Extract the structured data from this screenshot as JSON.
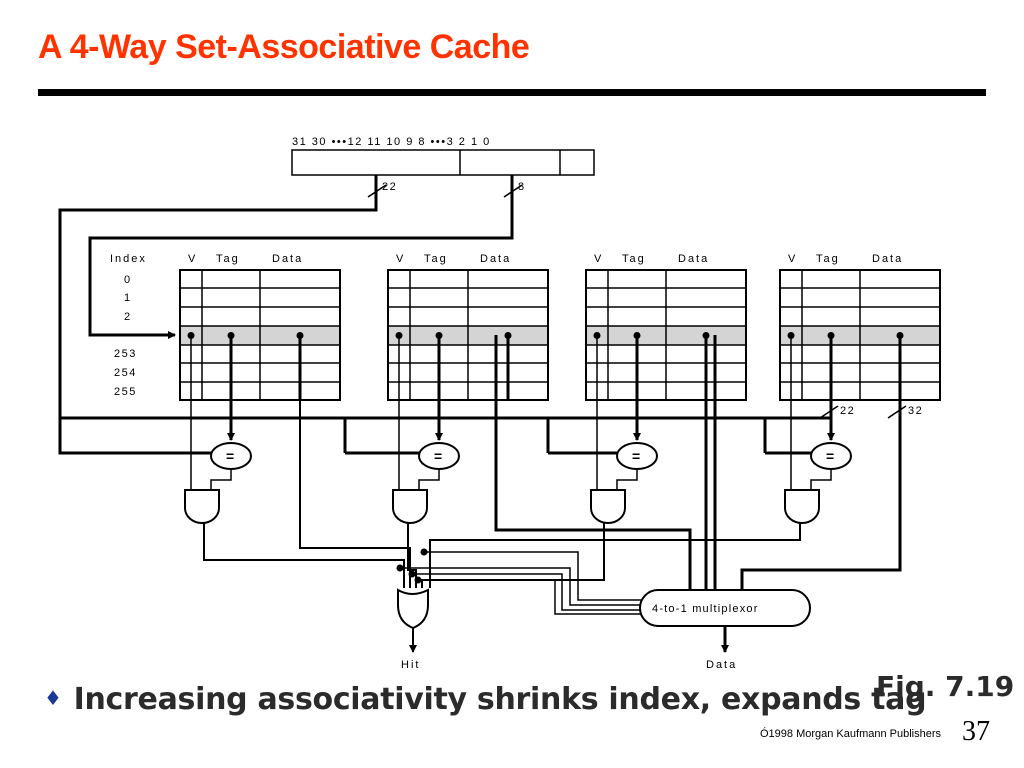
{
  "slide": {
    "title": "A 4-Way Set-Associative Cache",
    "bullet": "Increasing associativity shrinks index, expands tag",
    "figure_label": "Fig. 7.19",
    "copyright": "Ó1998 Morgan Kaufmann Publishers",
    "page_number": "37"
  },
  "diagram": {
    "address_bits": "31 30 •••12 11 10 9 8 •••3 2 1 0",
    "tag_width": "22",
    "index_width": "8",
    "index_header": "Index",
    "index_rows": [
      "0",
      "1",
      "2",
      "253",
      "254",
      "255"
    ],
    "way_headers": {
      "v": "V",
      "tag": "Tag",
      "data": "Data"
    },
    "comparator_symbol": "=",
    "output_tag_width": "22",
    "output_data_width": "32",
    "mux_label": "4-to-1 multiplexor",
    "hit_label": "Hit",
    "data_label": "Data"
  }
}
